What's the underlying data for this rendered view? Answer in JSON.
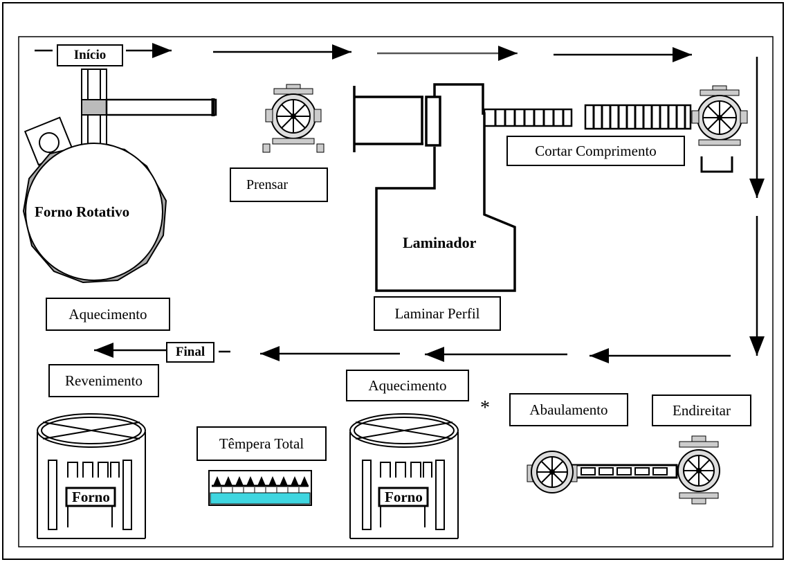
{
  "title": "",
  "labels": {
    "inicio": "Início",
    "forno_rotativo": "Forno Rotativo",
    "aquecimento_1": "Aquecimento",
    "prensar": "Prensar",
    "laminador": "Laminador",
    "laminar_perfil": "Laminar Perfil",
    "cortar_comprimento": "Cortar Comprimento",
    "final": "Final",
    "revenimento": "Revenimento",
    "aquecimento_2": "Aquecimento",
    "abaulamento": "Abaulamento",
    "endireitar": "Endireitar",
    "tempera_total": "Têmpera Total",
    "forno_1": "Forno",
    "forno_2": "Forno",
    "asterisk": "*"
  },
  "colors": {
    "line": "#000000",
    "machine_fill": "#d8d8d8",
    "quench_water": "#3fd6e0",
    "background": "#ffffff"
  },
  "icons": [
    "gear-wheel-icon",
    "furnace-icon",
    "quench-tank-icon",
    "rolling-mill-icon"
  ]
}
